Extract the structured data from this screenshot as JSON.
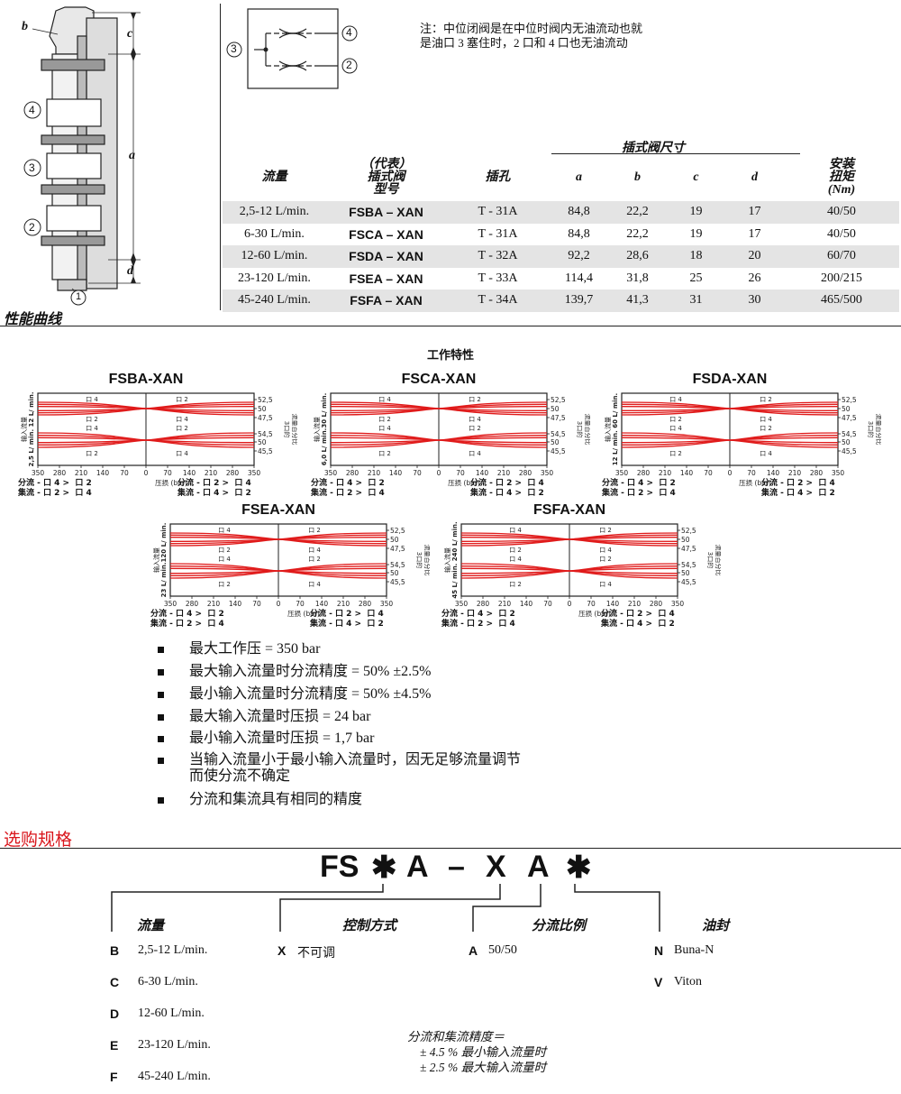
{
  "cartridge": {
    "dim_labels": [
      "b",
      "c",
      "a",
      "d"
    ],
    "ports": [
      "4",
      "3",
      "2",
      "1"
    ]
  },
  "symbol": {
    "ports": [
      "3",
      "4",
      "2"
    ]
  },
  "note": {
    "line1": "注：中位闭阀是在中位时阀内无油流动也就",
    "line2": "是油口 3 塞住时，2 口和 4 口也无油流动"
  },
  "spec_table": {
    "group_header": "插式阀尺寸",
    "headers": {
      "flow": "流量",
      "model": [
        "（代表）",
        "插式阀",
        "型号"
      ],
      "cavity": "插孔",
      "a": "a",
      "b": "b",
      "c": "c",
      "d": "d",
      "torque": [
        "安装",
        "扭矩",
        "(Nm)"
      ]
    },
    "rows": [
      {
        "flow": "2,5-12 L/min.",
        "model": "FSBA – XAN",
        "cavity": "T - 31A",
        "a": "84,8",
        "b": "22,2",
        "c": "19",
        "d": "17",
        "torque": "40/50"
      },
      {
        "flow": "6-30 L/min.",
        "model": "FSCA – XAN",
        "cavity": "T - 31A",
        "a": "84,8",
        "b": "22,2",
        "c": "19",
        "d": "17",
        "torque": "40/50"
      },
      {
        "flow": "12-60 L/min.",
        "model": "FSDA – XAN",
        "cavity": "T - 32A",
        "a": "92,2",
        "b": "28,6",
        "c": "18",
        "d": "20",
        "torque": "60/70"
      },
      {
        "flow": "23-120 L/min.",
        "model": "FSEA – XAN",
        "cavity": "T - 33A",
        "a": "114,4",
        "b": "31,8",
        "c": "25",
        "d": "26",
        "torque": "200/215"
      },
      {
        "flow": "45-240 L/min.",
        "model": "FSFA – XAN",
        "cavity": "T - 34A",
        "a": "139,7",
        "b": "41,3",
        "c": "31",
        "d": "30",
        "torque": "465/500"
      }
    ]
  },
  "section_performance": "性能曲线",
  "charts_title": "工作特性",
  "chart_common": {
    "x_ticks": [
      "350",
      "280",
      "210",
      "140",
      "70",
      "0",
      "70",
      "140",
      "210",
      "280",
      "350"
    ],
    "xlabel": "压损 (bar)",
    "y_ticks_upper": [
      "52,5",
      "50",
      "47,5"
    ],
    "y_ticks_lower": [
      "54,5",
      "50",
      "45,5"
    ],
    "right_label": [
      "3口的",
      "流量百分比"
    ],
    "port_labels": {
      "top_left": "口 4",
      "top_right": "口 2",
      "upper_mid": "口 2",
      "upper_mid_r": "口 4",
      "lower_mid": "口 4",
      "lower_mid_r": "口 2",
      "bottom_left": "口 2",
      "bottom_right": "口 4"
    },
    "legend_left": [
      "分流 - 口 4 >  口 2",
      "集流 - 口 2 >  口 4"
    ],
    "legend_right": [
      "分流 - 口 2 >  口 4",
      "集流 - 口 4 >  口 2"
    ],
    "left_axis_prefix": "输入流量"
  },
  "chart_data": [
    {
      "type": "line",
      "title": "FSBA-XAN",
      "input_flow": "2,5 L/ min. 12 L/ min.",
      "xlim": [
        -350,
        350
      ]
    },
    {
      "type": "line",
      "title": "FSCA-XAN",
      "input_flow": "6,0 L/ min.30 L/ min.",
      "xlim": [
        -350,
        350
      ]
    },
    {
      "type": "line",
      "title": "FSDA-XAN",
      "input_flow": "12 L/ min. 60 L/ min.",
      "xlim": [
        -350,
        350
      ]
    },
    {
      "type": "line",
      "title": "FSEA-XAN",
      "input_flow": "23 L/ min.120 L/ min.",
      "xlim": [
        -350,
        350
      ]
    },
    {
      "type": "line",
      "title": "FSFA-XAN",
      "input_flow": "45 L/ min. 240 L/ min.",
      "xlim": [
        -350,
        350
      ]
    }
  ],
  "features": [
    "最大工作压 = 350 bar",
    "最大输入流量时分流精度 = 50% ±2.5%",
    "最小输入流量时分流精度 = 50% ±4.5%",
    "最大输入流量时压损 = 24 bar",
    "最小输入流量时压损 = 1,7 bar",
    "当输入流量小于最小输入流量时，因无足够流量调节\n而使分流不确定",
    "分流和集流具有相同的精度"
  ],
  "ordering": {
    "title": "选购规格",
    "code": [
      "FS",
      "✱",
      "A",
      "–",
      "X",
      "A",
      "✱"
    ],
    "headers": {
      "flow": "流量",
      "control": "控制方式",
      "ratio": "分流比例",
      "seal": "油封"
    },
    "flow_options": [
      {
        "code": "B",
        "label": "2,5-12 L/min."
      },
      {
        "code": "C",
        "label": "6-30 L/min."
      },
      {
        "code": "D",
        "label": "12-60 L/min."
      },
      {
        "code": "E",
        "label": "23-120 L/min."
      },
      {
        "code": "F",
        "label": "45-240 L/min."
      }
    ],
    "control_options": [
      {
        "code": "X",
        "label": "不可调"
      }
    ],
    "ratio_options": [
      {
        "code": "A",
        "label": "50/50"
      }
    ],
    "seal_options": [
      {
        "code": "N",
        "label": "Buna-N"
      },
      {
        "code": "V",
        "label": "Viton"
      }
    ],
    "accuracy_note": [
      "分流和集流精度＝",
      "± 4.5 % 最小输入流量时",
      "± 2.5 % 最大输入流量时"
    ]
  },
  "colors": {
    "curve": "#e01b1b",
    "accent_red": "#d9161c",
    "shade": "#e4e4e4"
  }
}
